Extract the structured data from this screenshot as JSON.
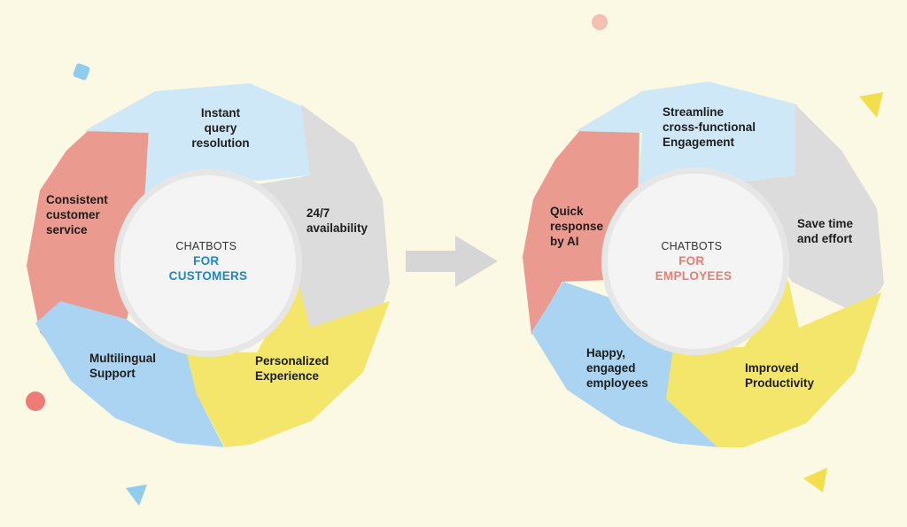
{
  "colors": {
    "background": "#fbf8e3",
    "blue_light": "#cfe8f7",
    "blue_mid": "#aad4f1",
    "salmon": "#ea9a8f",
    "gray": "#dcdcdc",
    "yellow": "#f3e66a",
    "hub": "#f4f4f4",
    "hub_ring": "#e6e6e6",
    "arrow": "#d6d6d6",
    "customers_accent": "#1f86c7",
    "employees_accent": "#e87f74",
    "confetti_blue": "#8fcdee",
    "confetti_pink": "#f6bfb4",
    "confetti_yellow": "#f3df4e",
    "confetti_red": "#ee7b76"
  },
  "customers": {
    "hub_line1": "CHATBOTS",
    "hub_line2": "FOR",
    "hub_line3": "CUSTOMERS",
    "segments": {
      "instant_query": [
        "Instant",
        "query",
        "resolution"
      ],
      "availability": [
        "24/7",
        "availability"
      ],
      "personalized": [
        "Personalized",
        "Experience"
      ],
      "multilingual": [
        "Multilingual",
        "Support"
      ],
      "consistent": [
        "Consistent",
        "customer",
        "service"
      ]
    }
  },
  "employees": {
    "hub_line1": "CHATBOTS",
    "hub_line2": "FOR",
    "hub_line3": "EMPLOYEES",
    "segments": {
      "streamline": [
        "Streamline",
        "cross-functional",
        "Engagement"
      ],
      "save_time": [
        "Save time",
        "and effort"
      ],
      "productivity": [
        "Improved",
        "Productivity"
      ],
      "happy": [
        "Happy,",
        "engaged",
        "employees"
      ],
      "quick_response": [
        "Quick",
        "response",
        "by AI"
      ]
    }
  },
  "icons": {
    "transition_arrow": "right-arrow-icon"
  }
}
